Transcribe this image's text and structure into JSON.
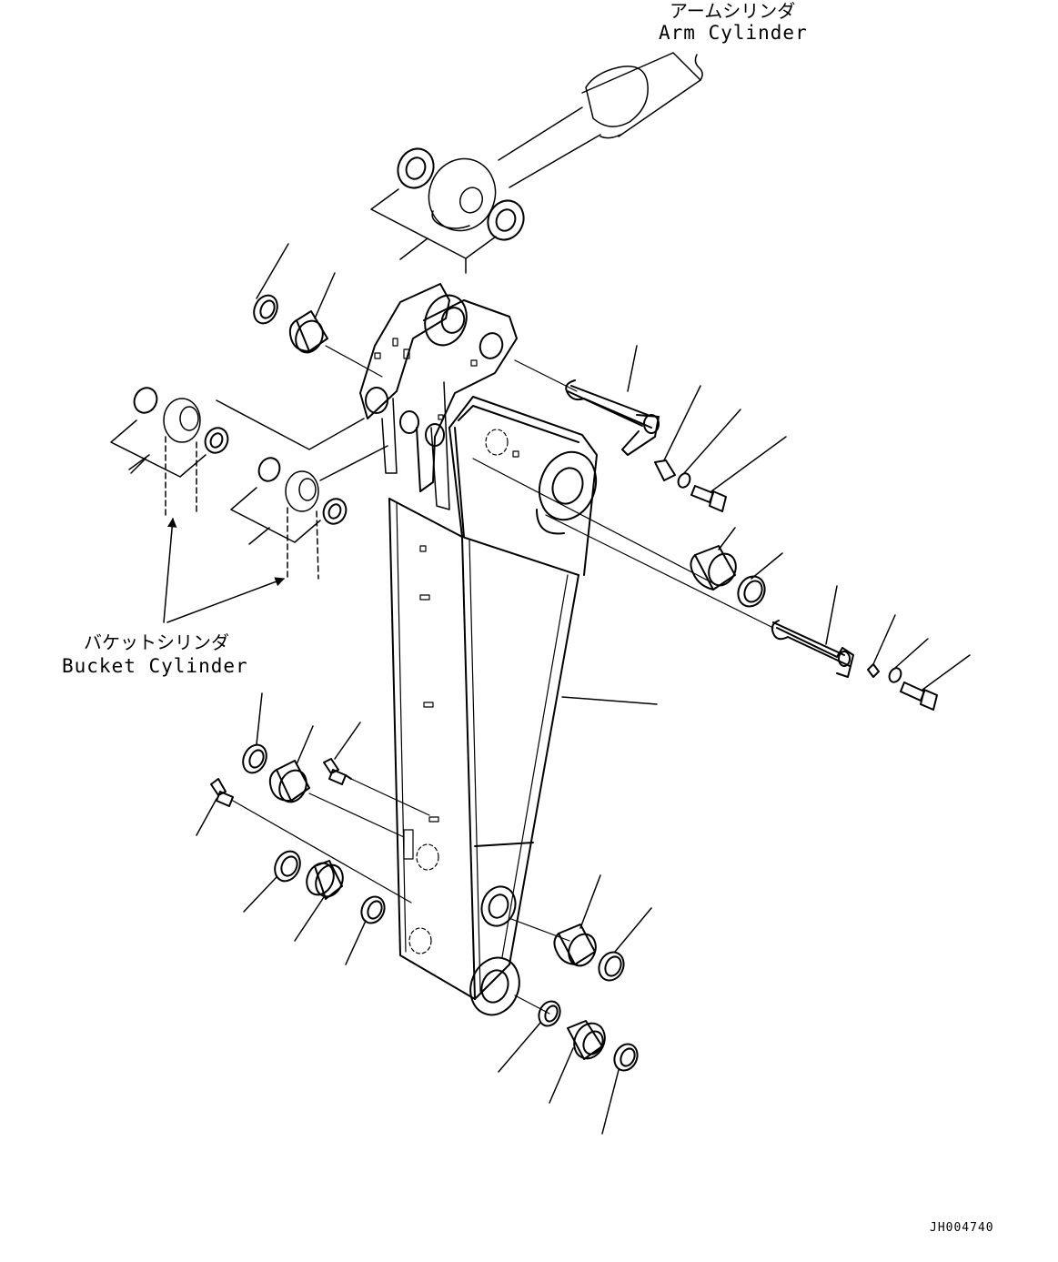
{
  "labels": {
    "arm_cylinder_jp": "アームシリンダ",
    "arm_cylinder_en": "Arm Cylinder",
    "bucket_cylinder_jp": "バケットシリンダ",
    "bucket_cylinder_en": "Bucket Cylinder",
    "drawing_code": "JH004740"
  },
  "colors": {
    "line": "#000000",
    "background": "#ffffff"
  }
}
